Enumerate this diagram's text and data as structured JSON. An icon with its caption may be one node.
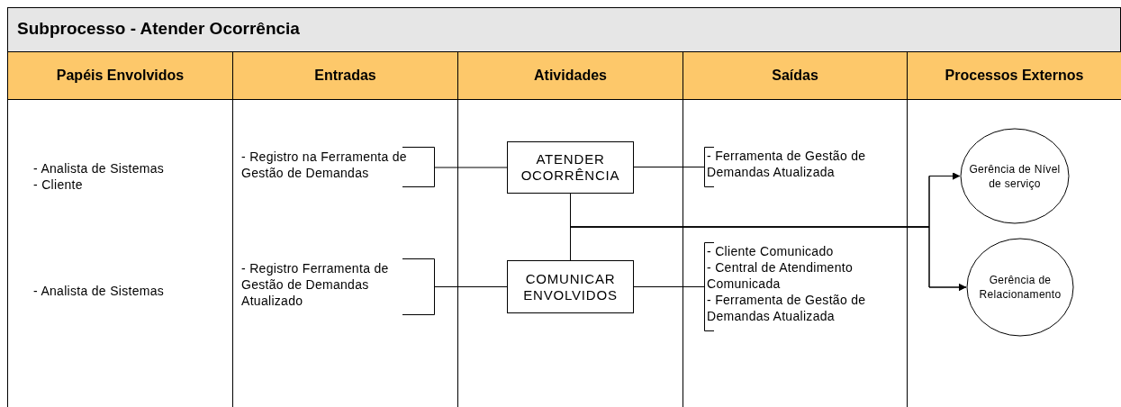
{
  "diagram": {
    "title": "Subprocesso - Atender Ocorrência",
    "nodes": [
      {
        "text": [
          "- Registro na Ferramenta de Gestão de Demandas"
        ]
      },
      {
        "text": [
          "- Registro Ferramenta de Gestão de Demandas Atualizado"
        ]
      },
      {
        "text": [
          "ATENDER OCORRÊNCIA"
        ]
      },
      {
        "text": [
          "COMUNICAR ENVOLVIDOS"
        ]
      },
      {
        "text": [
          "- Ferramenta de Gestão de Demandas Atualizada"
        ]
      },
      {
        "text": [
          "- Cliente Comunicado - Central de Atendimento Comunicada - Ferramenta de Gestão de Demandas Atualizada"
        ]
      },
      {
        "text": [
          "Gerência de Nível de serviço"
        ]
      },
      {
        "text": [
          "Gerência de Relacionamento"
        ]
      }
    ],
    "edges": [
      {
        "from": 0,
        "to": 2,
        "arrow": "none"
      },
      {
        "from": 2,
        "to": 4,
        "arrow": "none"
      },
      {
        "from": 1,
        "to": 3,
        "arrow": "none"
      },
      {
        "from": 3,
        "to": 5,
        "arrow": "none"
      },
      {
        "from": 2,
        "to": 6,
        "arrow": "to"
      },
      {
        "from": 2,
        "to": 7,
        "arrow": "to"
      },
      {
        "from": 3,
        "to": 6,
        "arrow": "to"
      },
      {
        "from": 3,
        "to": 7,
        "arrow": "to"
      }
    ],
    "labels": [
      "Papéis Envolvidos",
      "Entradas",
      "Atividades",
      "Saídas",
      "Processos Externos",
      "- Analista de Sistemas - Cliente",
      "- Analista de Sistemas"
    ]
  }
}
